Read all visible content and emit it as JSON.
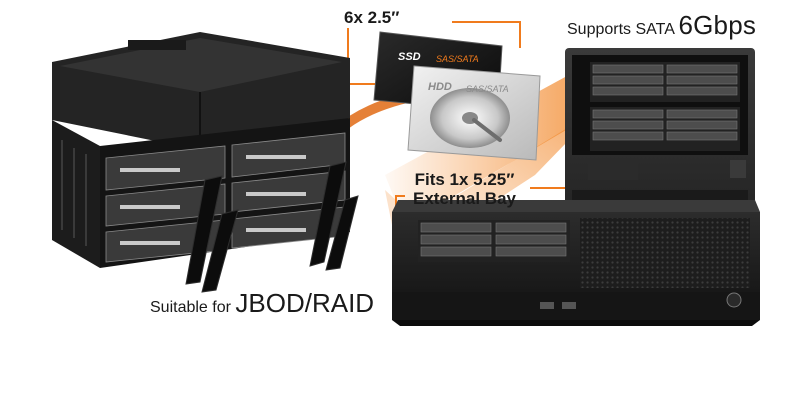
{
  "ssd_label": {
    "type": "SSD",
    "interface": "SAS/SATA"
  },
  "hdd_label": {
    "type": "HDD",
    "interface": "SAS/SATA"
  },
  "captions": {
    "drive_count": "6x 2.5″",
    "sata_prefix": "Supports SATA ",
    "sata_speed": "6Gbps",
    "fits_line1": "Fits 1x 5.25″",
    "fits_line2": "External Bay",
    "suitable_prefix": "Suitable for ",
    "suitable_main": "JBOD/RAID"
  },
  "colors": {
    "accent_orange": "#f07b1d",
    "enclosure_black": "#1b1b1b",
    "background": "#ffffff"
  }
}
